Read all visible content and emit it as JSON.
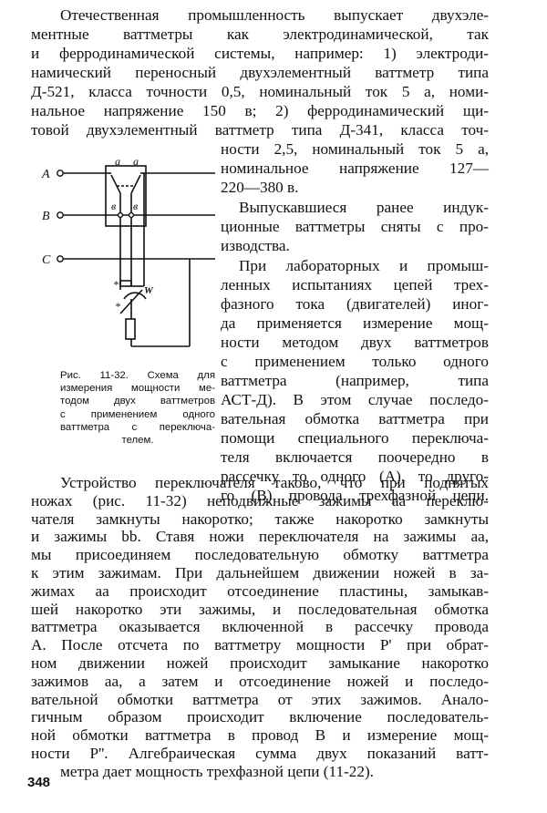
{
  "page_number": "348",
  "paragraph1": [
    "Отечественная промышленность выпускает двухэле-",
    "ментные ваттметры как электродинамической, так",
    "и ферродинамической системы, например: 1) электроди-",
    "намический переносный двухэлементный ваттметр типа",
    "Д-521, класса точности 0,5, номинальный ток 5 а, номи-",
    "нальное напряжение 150 в; 2) ферродинамический щи-",
    "товой двухэлементный ваттметр типа Д-341, класса точ-",
    "ности 2,5, номинальный ток 5 а,",
    "номинальное напряжение 127—",
    "220—380 в."
  ],
  "paragraph2": [
    "Выпускавшиеся ранее индук-",
    "ционные ваттметры сняты с про-",
    "изводства."
  ],
  "paragraph3": [
    "При лабораторных и промыш-",
    "ленных испытаниях цепей трех-",
    "фазного тока (двигателей) иног-",
    "да применяется измерение мощ-",
    "ности методом двух ваттметров",
    "с применением только одного",
    "ваттметра (например, типа",
    "АСТ-Д). В этом случае последо-",
    "вательная обмотка ваттметра при",
    "помощи специального переключа-",
    "теля включается поочередно в",
    "рассечку то одного (A), то друго-",
    "го (B) провода трехфазной цепи."
  ],
  "paragraph4": [
    "Устройство переключателя таково, что при поднятых",
    "ножах (рис. 11-32) неподвижные зажимы аа переклю-",
    "чателя замкнуты накоротко; также накоротко замкнуты",
    "и зажимы bb. Ставя ножи переключателя на зажимы аа,",
    "мы присоединяем последовательную обмотку ваттметра",
    "к этим зажимам. При дальнейшем движении ножей в за-",
    "жимах аа происходит отсоединение пластины, замыкав-",
    "шей накоротко эти зажимы, и последовательная обмотка",
    "ваттметра оказывается включенной в рассечку провода",
    "A. После отсчета по ваттметру мощности P' при обрат-",
    "ном движении ножей происходит замыкание накоротко",
    "зажимов аа, а затем и отсоединение ножей и последо-",
    "вательной обмотки ваттметра от этих зажимов. Анало-",
    "гичным образом происходит включение последователь-",
    "ной обмотки ваттметра в провод B и измерение мощ-",
    "ности P''. Алгебраическая сумма двух показаний ватт-",
    "метра дает мощность трехфазной цепи (11-22)."
  ],
  "caption": [
    "Рис. 11-32. Схема для",
    "измерения мощности ме-",
    "тодом двух ваттметров",
    "с применением одного",
    "ваттметра с переключа-",
    "телем."
  ],
  "figure": {
    "phase_a": "A",
    "phase_b": "B",
    "phase_c": "C",
    "switch_a_label": "a",
    "switch_b_label": "в",
    "wattmeter_label": "W",
    "star": "*"
  }
}
